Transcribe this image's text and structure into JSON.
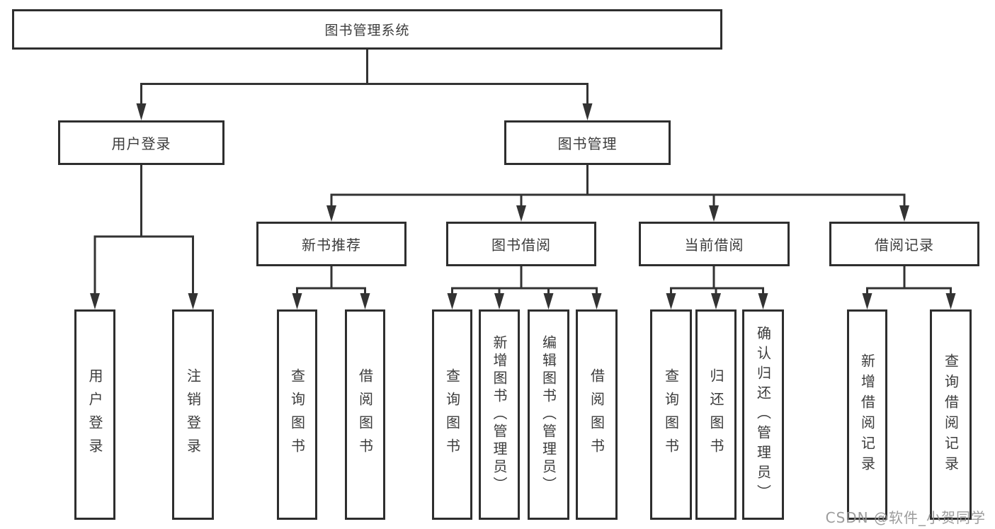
{
  "diagram_title": "图书管理系统",
  "tree": {
    "label": "图书管理系统",
    "children": [
      {
        "label": "用户登录",
        "children": [
          {
            "label": "用户登录"
          },
          {
            "label": "注销登录"
          }
        ]
      },
      {
        "label": "图书管理",
        "children": [
          {
            "label": "新书推荐",
            "children": [
              {
                "label": "查询图书"
              },
              {
                "label": "借阅图书"
              }
            ]
          },
          {
            "label": "图书借阅",
            "children": [
              {
                "label": "查询图书"
              },
              {
                "label": "新增图书（管理员）"
              },
              {
                "label": "编辑图书（管理员）"
              },
              {
                "label": "借阅图书"
              }
            ]
          },
          {
            "label": "当前借阅",
            "children": [
              {
                "label": "查询图书"
              },
              {
                "label": "归还图书"
              },
              {
                "label": "确认归还（管理员）"
              }
            ]
          },
          {
            "label": "借阅记录",
            "children": [
              {
                "label": "新增借阅记录"
              },
              {
                "label": "查询借阅记录"
              }
            ]
          }
        ]
      }
    ]
  },
  "watermark": {
    "text": "CSDN @软件_小贺同学"
  },
  "colors": {
    "line": "#333333",
    "box_border": "#2e2e2e",
    "text": "#3c3c3c",
    "watermark": "#949494",
    "background": "#ffffff"
  }
}
